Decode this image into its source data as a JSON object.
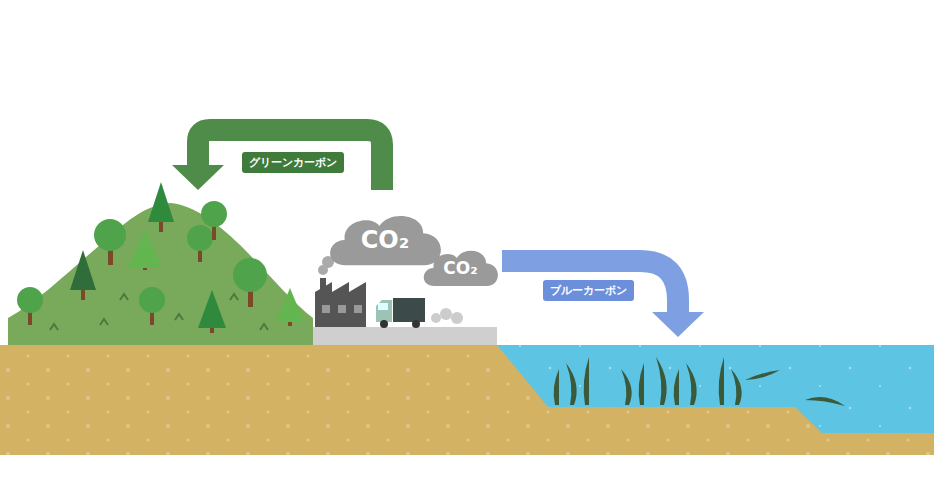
{
  "diagram": {
    "nodes": [
      {
        "text": [
          "グリーンカーボン"
        ]
      },
      {
        "text": [
          "CO₂"
        ]
      },
      {
        "text": [
          "CO₂"
        ]
      },
      {
        "text": [
          "ブルーカーボン"
        ]
      }
    ]
  }
}
